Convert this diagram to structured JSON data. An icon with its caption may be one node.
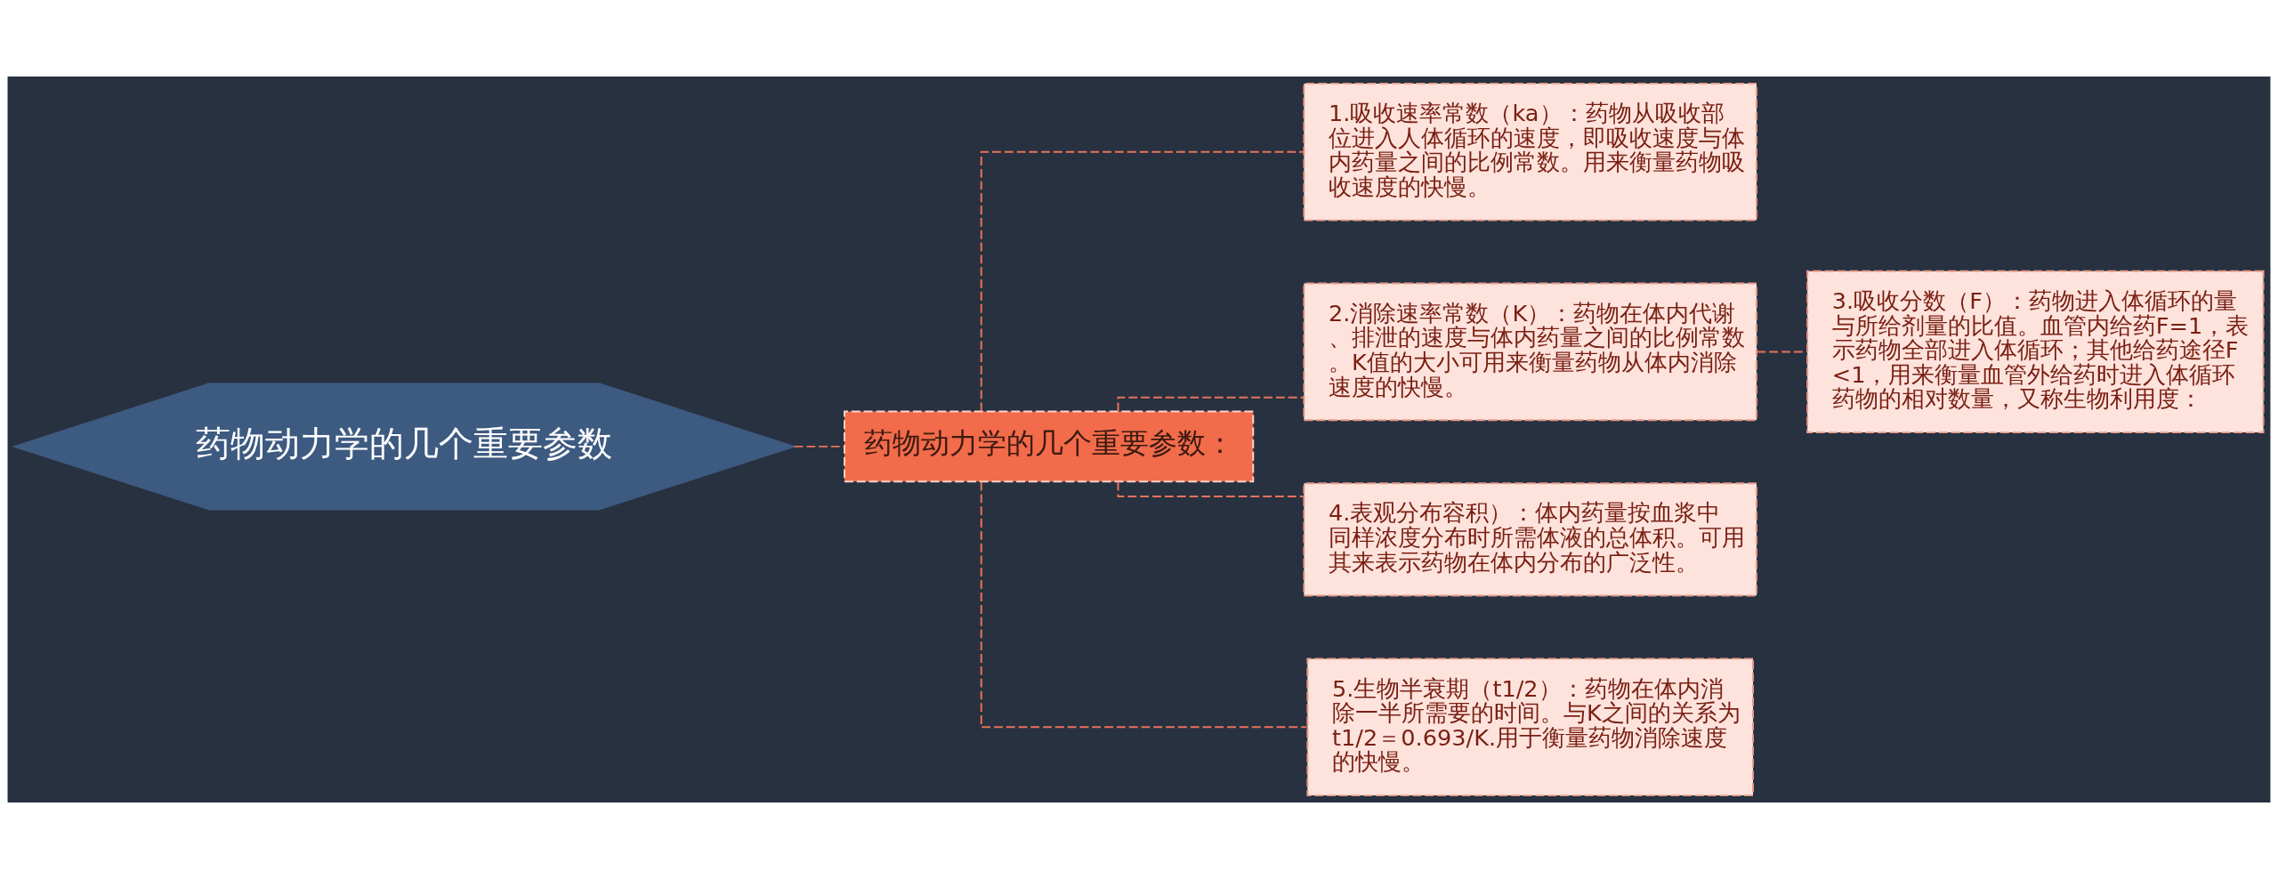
{
  "diagram": {
    "nodes": [
      {
        "text": [
          "药物动力学的几个重要参数"
        ]
      },
      {
        "text": [
          "药物动力学的几个重要参数："
        ]
      },
      {
        "text": [
          "1.吸收速率常数（ka）：药物从吸收部位进入人体循环的速度，即吸收速度与体内药量之间的比例常数。用来衡量药物吸收速度的快慢。"
        ]
      },
      {
        "text": [
          "2.消除速率常数（K）：药物在体内代谢、排泄的速度与体内药量之间的比例常数。K值的大小可用来衡量药物从体内消除速度的快慢。"
        ]
      },
      {
        "text": [
          "3.吸收分数（F）：药物进入体循环的量与所给剂量的比值。血管内给药F=1，表示药物全部进入体循环；其他给药途径F<1，用来衡量血管外给药时进入体循环药物的相对数量，又称生物利用度："
        ]
      },
      {
        "text": [
          "4.表观分布容积）：体内药量按血浆中同样浓度分布时所需体液的总体积。可用其来表示药物在体内分布的广泛性。"
        ]
      },
      {
        "text": [
          "5.生物半衰期（t1/2）：药物在体内消除一半所需要的时间。与K之间的关系为t1/2＝0.693/K.用于衡量药物消除速度的快慢。"
        ]
      }
    ],
    "edges": [
      {
        "from": 0,
        "to": 1,
        "arrow": "none",
        "style": "dashed"
      },
      {
        "from": 1,
        "to": 2,
        "arrow": "none",
        "style": "dashed"
      },
      {
        "from": 1,
        "to": 3,
        "arrow": "none",
        "style": "dashed"
      },
      {
        "from": 3,
        "to": 4,
        "arrow": "none",
        "style": "dashed"
      },
      {
        "from": 1,
        "to": 5,
        "arrow": "none",
        "style": "dashed"
      },
      {
        "from": 1,
        "to": 6,
        "arrow": "none",
        "style": "dashed"
      }
    ]
  }
}
